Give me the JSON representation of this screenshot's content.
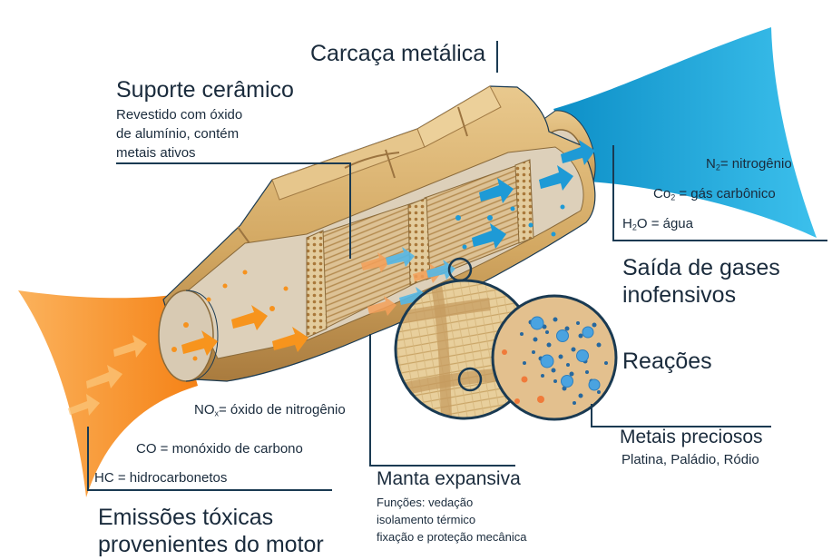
{
  "labels": {
    "carcaca": "Carcaça metálica",
    "suporte_title": "Suporte cerâmico",
    "suporte_desc": [
      "Revestido com óxido",
      "de alumínio, contém",
      "metais ativos"
    ],
    "n2_formula": "N",
    "n2_sub": "2",
    "n2_text": "= nitrogênio",
    "co2_formula": "Co",
    "co2_sub": "2",
    "co2_text": " = gás carbônico",
    "h2o_formula": "H",
    "h2o_sub": "2",
    "h2o_text": "O = água",
    "saida": [
      "Saída de gases",
      "inofensivos"
    ],
    "reacoes": "Reações",
    "metais_title": "Metais preciosos",
    "metais_desc": "Platina, Paládio, Ródio",
    "nox_formula": "NO",
    "nox_sub": "x",
    "nox_text": "= óxido de nitrogênio",
    "co_text": "CO = monóxido de carbono",
    "hc_text": "HC = hidrocarbonetos",
    "manta_title": "Manta expansiva",
    "manta_desc": [
      "Funções: vedação",
      "isolamento térmico",
      "fixação e proteção mecânica"
    ],
    "emissoes": [
      "Emissões tóxicas",
      "provenientes do motor"
    ]
  },
  "colors": {
    "outline": "#1a3a52",
    "shell_light": "#e0bd7e",
    "shell_mid": "#cda25e",
    "shell_dark": "#a8793c",
    "interior": "#ddd0ba",
    "ceramic": "#dcc08e",
    "orange_gas": "#f78d1e",
    "blue_gas": "#1aa7dd",
    "text": "#1a2b3c"
  }
}
